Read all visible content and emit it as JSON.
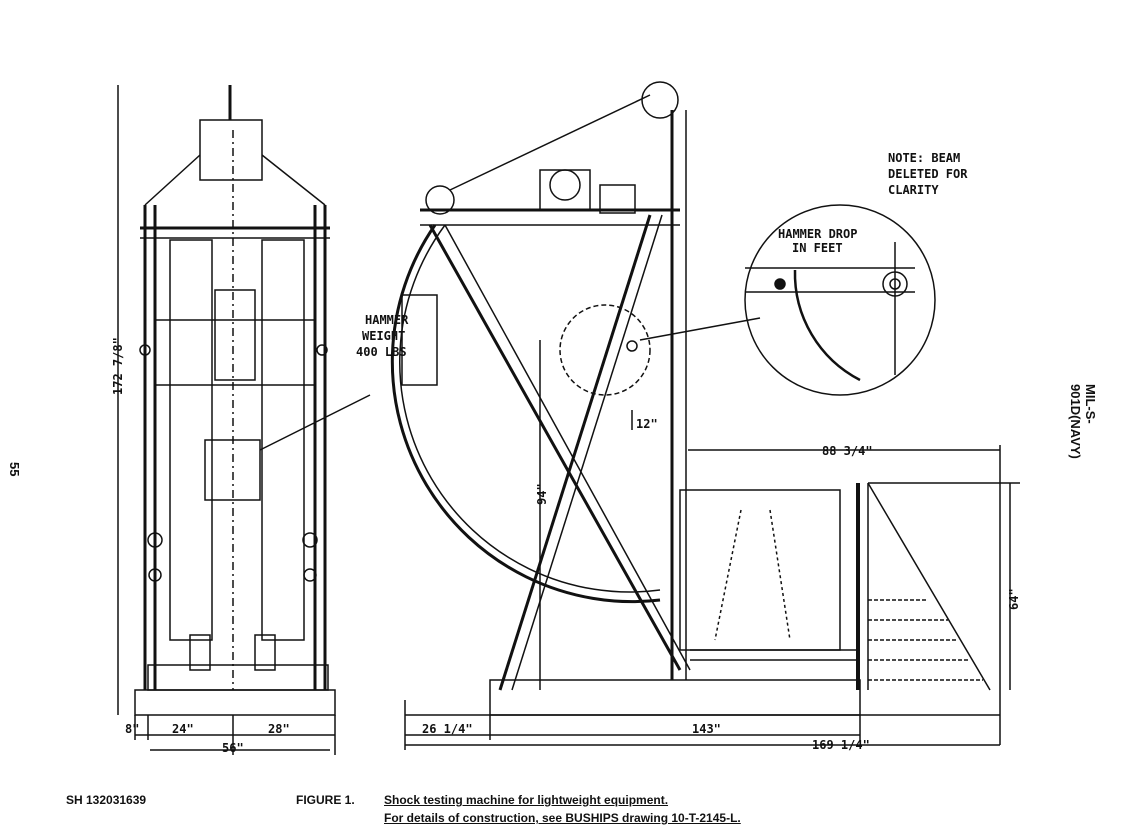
{
  "page_number": "55",
  "doc_id": "MIL-S-901D(NAVY)",
  "sheet_id": "SH 132031639",
  "caption": {
    "figure": "FIGURE 1.",
    "title": "Shock testing machine for lightweight equipment.",
    "subtitle": "For details of construction, see BUSHIPS drawing 10-T-2145-L."
  },
  "drawing": {
    "note": [
      "NOTE:  BEAM",
      "DELETED FOR",
      "CLARITY"
    ],
    "hammer_drop": [
      "HAMMER DROP",
      "IN FEET"
    ],
    "hammer_weight": [
      "HAMMER",
      "WEIGHT",
      "400 LBS"
    ],
    "dimensions": {
      "overall_height": "172 7/8\"",
      "drop_height": "94\"",
      "pivot_offset": "12\"",
      "anvil_width": "88 3/4\"",
      "anvil_height": "64\"",
      "base_8": "8\"",
      "base_24": "24\"",
      "base_28": "28\"",
      "base_56": "56\"",
      "side_26": "26 1/4\"",
      "side_143": "143\"",
      "side_169": "169 1/4\""
    }
  }
}
